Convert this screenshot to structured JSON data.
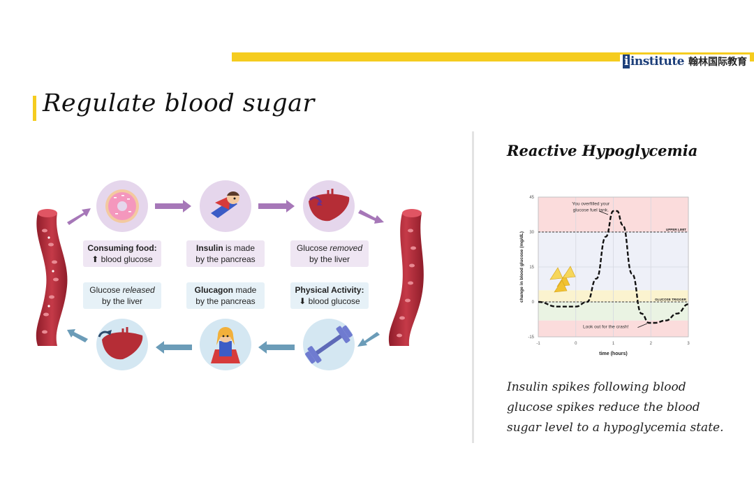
{
  "header": {
    "logo_text": "institute",
    "logo_cn": "翰林国际教育",
    "accent_color": "#f5cc1f"
  },
  "slide": {
    "title": "Regulate blood sugar"
  },
  "diagram": {
    "top_row": [
      {
        "icon": "donut-icon",
        "line1_bold": "Consuming food:",
        "line2": "⬆ blood glucose"
      },
      {
        "icon": "insulin-hero-icon",
        "line1_bold": "Insulin",
        "line1_rest": " is made",
        "line2": "by the pancreas"
      },
      {
        "icon": "liver-icon",
        "line1_pre": "Glucose ",
        "line1_italic": "removed",
        "line2": "by the liver"
      }
    ],
    "bottom_row": [
      {
        "icon": "liver-icon",
        "line1_pre": "Glucose ",
        "line1_italic": "released",
        "line2": "by the liver"
      },
      {
        "icon": "glucagon-hero-icon",
        "line1_bold": "Glucagon",
        "line1_rest": " made",
        "line2": "by the pancreas"
      },
      {
        "icon": "dumbbell-icon",
        "line1_bold": "Physical Activity:",
        "line2": "⬇ blood glucose"
      }
    ],
    "colors": {
      "purple": "#a677b8",
      "blue": "#6b9cb8",
      "vessel": "#b82c3a"
    }
  },
  "chart": {
    "heading": "Reactive Hypoglycemia",
    "caption": "Insulin spikes following blood glucose spikes reduce the blood sugar level to a hypoglycemia state."
  },
  "chart_data": {
    "type": "line",
    "title": "",
    "xlabel": "time (hours)",
    "ylabel": "change in blood glucose (mg/dL)",
    "xlim": [
      -1,
      3
    ],
    "ylim": [
      -15,
      45
    ],
    "xticks": [
      -1,
      0,
      1,
      2,
      3
    ],
    "yticks": [
      -15,
      0,
      15,
      30,
      45
    ],
    "grid": true,
    "reference_lines": [
      {
        "y": 30,
        "label": "UPPER LIMIT"
      },
      {
        "y": 0,
        "label": "GLUCOSE TRIGGER"
      }
    ],
    "annotations": [
      {
        "text": "You overfilled your",
        "text2": "glucose fuel tank.",
        "x": 1,
        "y": 40
      },
      {
        "text": "Look out for the crash!",
        "x": 2,
        "y": -8
      }
    ],
    "series": [
      {
        "values_x": [
          -1,
          -0.5,
          0,
          0.3,
          0.55,
          0.8,
          1,
          1.1,
          1.25,
          1.5,
          1.75,
          1.95,
          2.1,
          2.4,
          2.7,
          3
        ],
        "values_y": [
          0,
          -2,
          -2,
          0,
          10,
          28,
          39,
          39,
          33,
          12,
          -5,
          -9,
          -9,
          -8,
          -5,
          -1
        ]
      }
    ],
    "bands": [
      {
        "from": 30,
        "to": 45,
        "color": "#fbdcdc"
      },
      {
        "from": 5,
        "to": 30,
        "color": "#eef0f8"
      },
      {
        "from": 0,
        "to": 5,
        "color": "#fbf3cf"
      },
      {
        "from": -8,
        "to": 0,
        "color": "#eaf3e3"
      },
      {
        "from": -15,
        "to": -8,
        "color": "#fbdcdc"
      }
    ]
  }
}
